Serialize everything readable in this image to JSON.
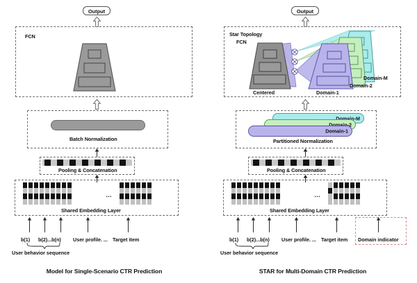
{
  "figure": {
    "left_caption": "Model for Single-Scenario CTR Prediction",
    "right_caption": "STAR for Multi-Domain CTR Prediction"
  },
  "left": {
    "output_label": "Output",
    "fcn_label": "FCN",
    "norm_label": "Batch Normalization",
    "pooling_label": "Pooling & Concatenation",
    "embedding_label": "Shared Embedding Layer",
    "inputs": [
      {
        "name": "behavior-1",
        "label": "b(1)"
      },
      {
        "name": "behavior-rest",
        "label": "b(2)...b(n)"
      },
      {
        "name": "user-profile",
        "label": "User profile. ..."
      },
      {
        "name": "target-item",
        "label": "Target item"
      }
    ],
    "brace_label": "User behavior sequence"
  },
  "right": {
    "output_label": "Output",
    "fcn_label_line1": "Star Topology",
    "fcn_label_line2": "FCN",
    "centered_label": "Centered",
    "domain_fcn_labels": [
      "Domain-1",
      "Domain-2",
      "Domain-M"
    ],
    "norm_label": "Partitioned Normalization",
    "norm_domain_labels": [
      "Domain-1",
      "Domain-2",
      "Domain-M"
    ],
    "pooling_label": "Pooling & Concatenation",
    "embedding_label": "Shared Embedding Layer",
    "inputs": [
      {
        "name": "behavior-1",
        "label": "b(1)"
      },
      {
        "name": "behavior-rest",
        "label": "b(2)...b(n)"
      },
      {
        "name": "user-profile",
        "label": "User profile. ..."
      },
      {
        "name": "target-item",
        "label": "Target item"
      },
      {
        "name": "domain-indicator",
        "label": "Domain indicator"
      }
    ],
    "brace_label": "User behavior sequence",
    "star_node_glyph": "star-multiply-node"
  },
  "colors": {
    "gray_fill": "#9a9a9a",
    "gray_stroke": "#5e5e5e",
    "domain1_fill": "#b9b3ec",
    "domain1_stroke": "#5b55a0",
    "domain2_fill": "#c5eec1",
    "domain2_stroke": "#5f9a58",
    "domainM_fill": "#a9ecec",
    "domainM_stroke": "#4f9a9a",
    "dashed_border": "#6b6b6b",
    "red_dashed_border": "#d08a8a",
    "embedding_dark": "#111111",
    "embedding_light": "#c0c0c0"
  }
}
